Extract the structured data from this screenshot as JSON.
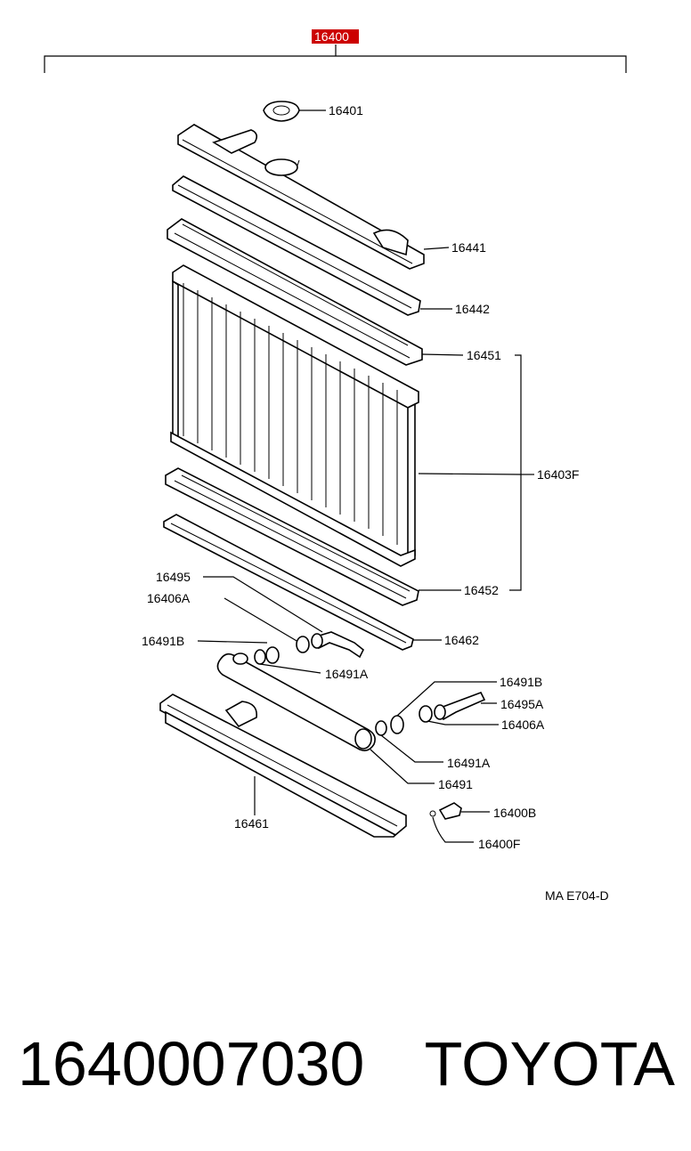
{
  "diagram": {
    "assembly_label": "16400",
    "drawing_code": "MA  E704-D",
    "callouts": {
      "c16401": "16401",
      "c16441": "16441",
      "c16442": "16442",
      "c16451": "16451",
      "c16403F": "16403F",
      "c16452": "16452",
      "c16495": "16495",
      "c16406A_l": "16406A",
      "c16491B_l": "16491B",
      "c16491A_l": "16491A",
      "c16462": "16462",
      "c16491B_r": "16491B",
      "c16495A": "16495A",
      "c16406A_r": "16406A",
      "c16491A_r": "16491A",
      "c16491": "16491",
      "c16461": "16461",
      "c16400B": "16400B",
      "c16400F": "16400F"
    }
  },
  "footer": {
    "part_number": "1640007030",
    "brand": "TOYOTA"
  },
  "colors": {
    "highlight_box": "#cc0000"
  }
}
